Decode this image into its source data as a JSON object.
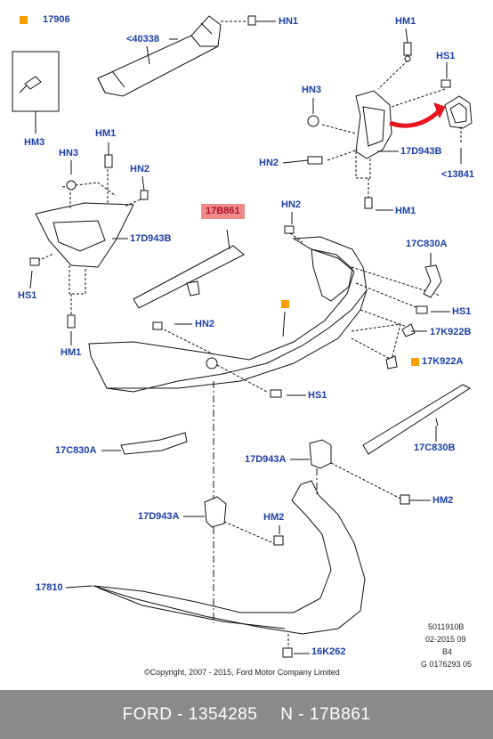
{
  "legend": {
    "color": "#f5a000",
    "code": "17906"
  },
  "colors": {
    "label": "#1b3fa6",
    "highlight_bg": "#f08a8a",
    "highlight_text": "#b0102a",
    "arrow": "#e8141e",
    "footer_bg": "#8a8a8a"
  },
  "labels": {
    "hn1_top": "HN1",
    "p40338": "<40338",
    "hm3": "HM3",
    "hm1_top_left": "HM1",
    "hn3_left": "HN3",
    "hn2_left": "HN2",
    "p17d943b_left": "17D943B",
    "hs1_left": "HS1",
    "hm1_bottom_left": "HM1",
    "p17b861": "17B861",
    "hn2_center": "HN2",
    "hm1_top_right": "HM1",
    "hs1_top_right": "HS1",
    "hn3_right": "HN3",
    "p17d943b_right": "17D943B",
    "hn2_right": "HN2",
    "p13841": "<13841",
    "hm1_right": "HM1",
    "p17c830a_right": "17C830A",
    "hs1_right": "HS1",
    "p17k922b": "17K922B",
    "p17k922a": "17K922A",
    "hn2_mid": "HN2",
    "hs1_mid": "HS1",
    "p17c830a_left": "17C830A",
    "p17c830b": "17C830B",
    "p17d943a_mid": "17D943A",
    "hm2_right": "HM2",
    "p17d943a_left": "17D943A",
    "hm2_mid": "HM2",
    "p17810": "17810",
    "p16k262": "16K262"
  },
  "meta": {
    "line1": "5011910B",
    "line2": "02-2015 09",
    "line3": "B4",
    "line4": "G 0176293 05",
    "copyright": "©Copyright, 2007 - 2015, Ford Motor Company Limited"
  },
  "footer": {
    "brand_part": "FORD - 1354285",
    "ref": "N - 17B861"
  }
}
